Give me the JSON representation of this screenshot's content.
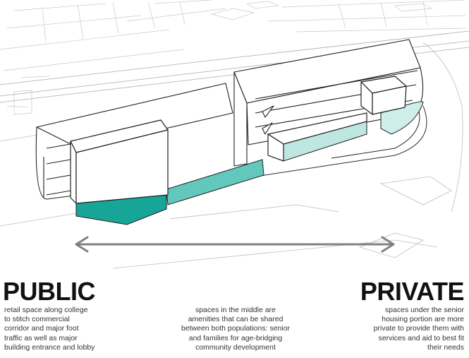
{
  "labels": {
    "public": {
      "heading": "PUBLIC",
      "lines": [
        "retail space along college",
        "to stitch commercial",
        "corridor and major foot",
        "traffic as well as major",
        "building entrance and lobby"
      ]
    },
    "shared": {
      "lines": [
        "spaces in the middle are",
        "amenities that can be shared",
        "between both populations: senior",
        "and families for age-bridging",
        "community development"
      ]
    },
    "private": {
      "heading": "PRIVATE",
      "lines": [
        "spaces under the senior",
        "housing portion are more",
        "private to provide them with",
        "services and aid to best fit",
        "their needs"
      ]
    }
  },
  "colors": {
    "public_teal": "#17a597",
    "mid_teal": "#62c8bc",
    "private_teal": "#bfe7e2",
    "line": "#2b2b2b",
    "context": "#c4c4c4",
    "arrow": "#808080"
  }
}
